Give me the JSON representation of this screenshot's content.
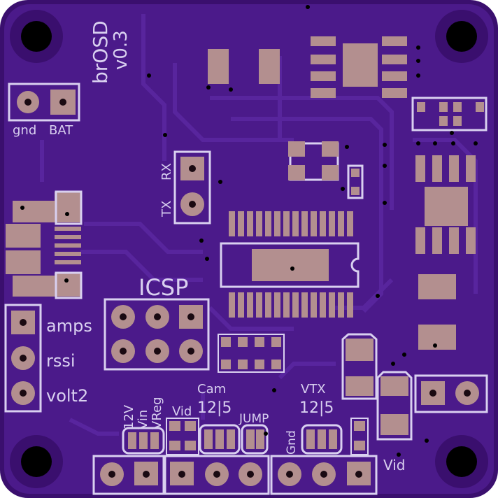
{
  "board": {
    "title": "brOSD",
    "version": "v0.3",
    "colors": {
      "board": "#4b1a8a",
      "board_dark": "#3a0f6e",
      "trace": "#5a27a0",
      "pad": "#b38f8f",
      "silk": "#d9d0f0",
      "drill": "#1a0a12",
      "hole": "#000000"
    }
  },
  "labels": {
    "gnd": "gnd",
    "bat": "BAT",
    "rx": "RX",
    "tx": "TX",
    "icsp": "ICSP",
    "amps": "amps",
    "rssi": "rssi",
    "volt2": "volt2",
    "v12": "12V",
    "vin": "Vin",
    "vreg": "VReg",
    "vid_left": "Vid",
    "cam": "Cam",
    "cam_125": "12|5",
    "jump": "JUMP",
    "vtx": "VTX",
    "vtx_125": "12|5",
    "gnd_bottom": "Gnd",
    "vid_right": "Vid"
  }
}
